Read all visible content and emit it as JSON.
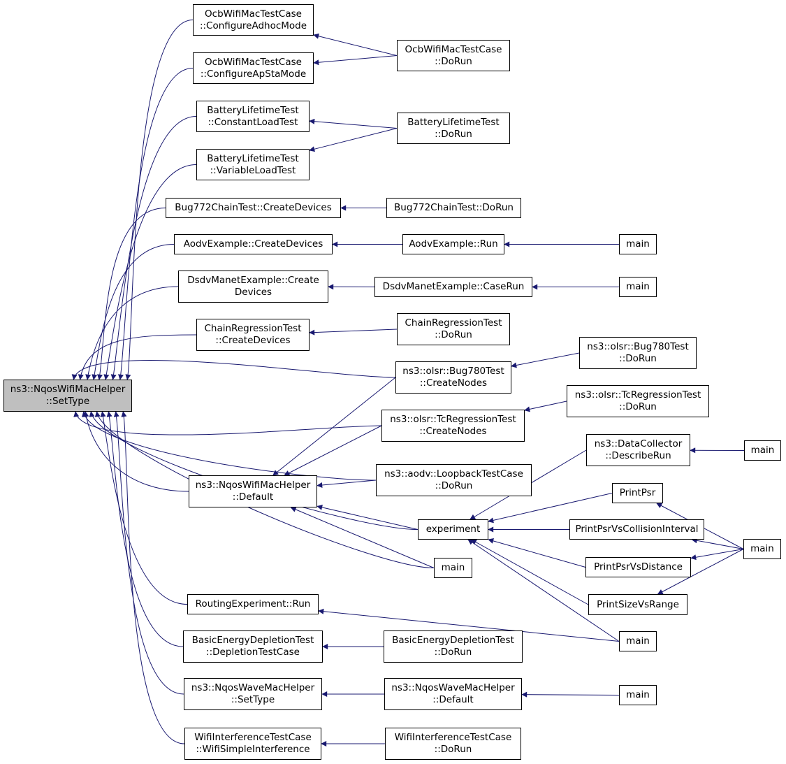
{
  "diagram": {
    "type": "caller-graph",
    "colors": {
      "edge": "#191970",
      "node_border": "#000000",
      "node_fill": "#ffffff",
      "root_fill": "#bfbfbf"
    },
    "nodes": [
      {
        "id": "root",
        "lines": [
          "ns3::NqosWifiMacHelper",
          "::SetType"
        ],
        "root": true
      },
      {
        "id": "ocbAdhoc",
        "lines": [
          "OcbWifiMacTestCase",
          "::ConfigureAdhocMode"
        ]
      },
      {
        "id": "ocbApSta",
        "lines": [
          "OcbWifiMacTestCase",
          "::ConfigureApStaMode"
        ]
      },
      {
        "id": "ocbDoRun",
        "lines": [
          "OcbWifiMacTestCase",
          "::DoRun"
        ]
      },
      {
        "id": "batConst",
        "lines": [
          "BatteryLifetimeTest",
          "::ConstantLoadTest"
        ]
      },
      {
        "id": "batVar",
        "lines": [
          "BatteryLifetimeTest",
          "::VariableLoadTest"
        ]
      },
      {
        "id": "batDoRun",
        "lines": [
          "BatteryLifetimeTest",
          "::DoRun"
        ]
      },
      {
        "id": "bugCreate",
        "lines": [
          "Bug772ChainTest::CreateDevices"
        ]
      },
      {
        "id": "bugDoRun",
        "lines": [
          "Bug772ChainTest::DoRun"
        ]
      },
      {
        "id": "aodvCreate",
        "lines": [
          "AodvExample::CreateDevices"
        ]
      },
      {
        "id": "aodvRun",
        "lines": [
          "AodvExample::Run"
        ]
      },
      {
        "id": "main1",
        "lines": [
          "main"
        ]
      },
      {
        "id": "dsdvCreate",
        "lines": [
          "DsdvManetExample::Create",
          "Devices"
        ]
      },
      {
        "id": "dsdvCaseRun",
        "lines": [
          "DsdvManetExample::CaseRun"
        ]
      },
      {
        "id": "main2",
        "lines": [
          "main"
        ]
      },
      {
        "id": "chainCreate",
        "lines": [
          "ChainRegressionTest",
          "::CreateDevices"
        ]
      },
      {
        "id": "chainDoRun",
        "lines": [
          "ChainRegressionTest",
          "::DoRun"
        ]
      },
      {
        "id": "bug780Create",
        "lines": [
          "ns3::olsr::Bug780Test",
          "::CreateNodes"
        ]
      },
      {
        "id": "bug780DoRun",
        "lines": [
          "ns3::olsr::Bug780Test",
          "::DoRun"
        ]
      },
      {
        "id": "tcCreate",
        "lines": [
          "ns3::olsr::TcRegressionTest",
          "::CreateNodes"
        ]
      },
      {
        "id": "tcDoRun",
        "lines": [
          "ns3::olsr::TcRegressionTest",
          "::DoRun"
        ]
      },
      {
        "id": "dataColl",
        "lines": [
          "ns3::DataCollector",
          "::DescribeRun"
        ]
      },
      {
        "id": "main3",
        "lines": [
          "main"
        ]
      },
      {
        "id": "nqosDefault",
        "lines": [
          "ns3::NqosWifiMacHelper",
          "::Default"
        ]
      },
      {
        "id": "loopback",
        "lines": [
          "ns3::aodv::LoopbackTestCase",
          "::DoRun"
        ]
      },
      {
        "id": "printPsr",
        "lines": [
          "PrintPsr"
        ]
      },
      {
        "id": "experiment",
        "lines": [
          "experiment"
        ]
      },
      {
        "id": "printCollision",
        "lines": [
          "PrintPsrVsCollisionInterval"
        ]
      },
      {
        "id": "main4",
        "lines": [
          "main"
        ]
      },
      {
        "id": "printDistance",
        "lines": [
          "PrintPsrVsDistance"
        ]
      },
      {
        "id": "main5",
        "lines": [
          "main"
        ]
      },
      {
        "id": "printSize",
        "lines": [
          "PrintSizeVsRange"
        ]
      },
      {
        "id": "routingRun",
        "lines": [
          "RoutingExperiment::Run"
        ]
      },
      {
        "id": "main6",
        "lines": [
          "main"
        ]
      },
      {
        "id": "energyCase",
        "lines": [
          "BasicEnergyDepletionTest",
          "::DepletionTestCase"
        ]
      },
      {
        "id": "energyDoRun",
        "lines": [
          "BasicEnergyDepletionTest",
          "::DoRun"
        ]
      },
      {
        "id": "waveSetType",
        "lines": [
          "ns3::NqosWaveMacHelper",
          "::SetType"
        ]
      },
      {
        "id": "waveDefault",
        "lines": [
          "ns3::NqosWaveMacHelper",
          "::Default"
        ]
      },
      {
        "id": "main7",
        "lines": [
          "main"
        ]
      },
      {
        "id": "wifiInterf",
        "lines": [
          "WifiInterferenceTestCase",
          "::WifiSimpleInterference"
        ]
      },
      {
        "id": "wifiDoRun",
        "lines": [
          "WifiInterferenceTestCase",
          "::DoRun"
        ]
      }
    ],
    "edges": [
      [
        "ocbAdhoc",
        "root"
      ],
      [
        "ocbApSta",
        "root"
      ],
      [
        "batConst",
        "root"
      ],
      [
        "batVar",
        "root"
      ],
      [
        "bugCreate",
        "root"
      ],
      [
        "aodvCreate",
        "root"
      ],
      [
        "dsdvCreate",
        "root"
      ],
      [
        "chainCreate",
        "root"
      ],
      [
        "bug780Create",
        "root"
      ],
      [
        "tcCreate",
        "root"
      ],
      [
        "loopback",
        "root"
      ],
      [
        "nqosDefault",
        "root"
      ],
      [
        "experiment",
        "root"
      ],
      [
        "main4",
        "root"
      ],
      [
        "routingRun",
        "root"
      ],
      [
        "energyCase",
        "root"
      ],
      [
        "waveSetType",
        "root"
      ],
      [
        "wifiInterf",
        "root"
      ],
      [
        "ocbDoRun",
        "ocbAdhoc"
      ],
      [
        "ocbDoRun",
        "ocbApSta"
      ],
      [
        "batDoRun",
        "batConst"
      ],
      [
        "batDoRun",
        "batVar"
      ],
      [
        "bugDoRun",
        "bugCreate"
      ],
      [
        "aodvRun",
        "aodvCreate"
      ],
      [
        "main1",
        "aodvRun"
      ],
      [
        "dsdvCaseRun",
        "dsdvCreate"
      ],
      [
        "main2",
        "dsdvCaseRun"
      ],
      [
        "chainDoRun",
        "chainCreate"
      ],
      [
        "bug780DoRun",
        "bug780Create"
      ],
      [
        "tcDoRun",
        "tcCreate"
      ],
      [
        "bug780Create",
        "nqosDefault"
      ],
      [
        "tcCreate",
        "nqosDefault"
      ],
      [
        "loopback",
        "nqosDefault"
      ],
      [
        "experiment",
        "nqosDefault"
      ],
      [
        "main4",
        "nqosDefault"
      ],
      [
        "dataColl",
        "experiment"
      ],
      [
        "printPsr",
        "experiment"
      ],
      [
        "printCollision",
        "experiment"
      ],
      [
        "printDistance",
        "experiment"
      ],
      [
        "printSize",
        "experiment"
      ],
      [
        "main6",
        "experiment"
      ],
      [
        "main3",
        "dataColl"
      ],
      [
        "main5",
        "printPsr"
      ],
      [
        "main5",
        "printCollision"
      ],
      [
        "main5",
        "printDistance"
      ],
      [
        "main5",
        "printSize"
      ],
      [
        "main6",
        "routingRun"
      ],
      [
        "energyDoRun",
        "energyCase"
      ],
      [
        "waveDefault",
        "waveSetType"
      ],
      [
        "main7",
        "waveDefault"
      ],
      [
        "wifiDoRun",
        "wifiInterf"
      ]
    ]
  }
}
